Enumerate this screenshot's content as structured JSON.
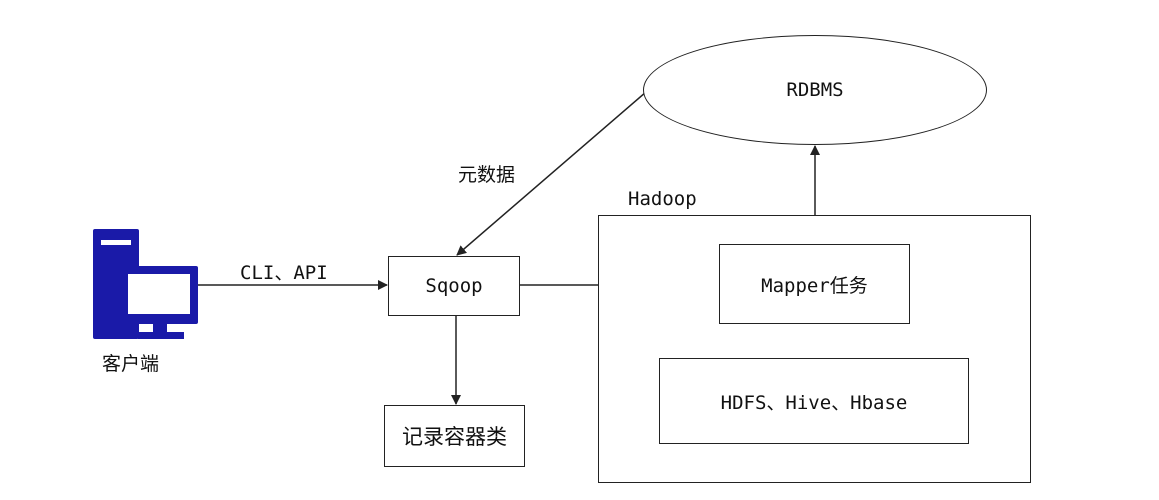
{
  "nodes": {
    "rdbms": "RDBMS",
    "hadoop": "Hadoop",
    "sqoop": "Sqoop",
    "mapper": "Mapper任务",
    "storage": "HDFS、Hive、Hbase",
    "record_container": "记录容器类",
    "client": "客户端"
  },
  "edges": {
    "client_to_sqoop": "CLI、API",
    "rdbms_to_sqoop": "元数据"
  },
  "icons": {
    "client": "computer-terminal-icon"
  },
  "colors": {
    "client_icon": "#1a1aa8",
    "stroke": "#222222"
  }
}
